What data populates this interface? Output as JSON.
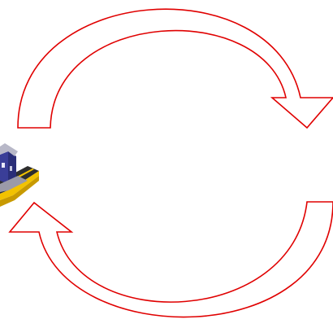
{
  "diagram": {
    "arrow_color": "#e00000",
    "background": "#ffffff",
    "arrows": [
      {
        "name": "top-cycle-arrow",
        "direction": "clockwise-right"
      },
      {
        "name": "bottom-cycle-arrow",
        "direction": "clockwise-left"
      }
    ],
    "icon": {
      "name": "train-station-icon",
      "colors": [
        "#3a3e98",
        "#f2c200",
        "#3b3b3b",
        "#b8b8c8"
      ]
    }
  }
}
